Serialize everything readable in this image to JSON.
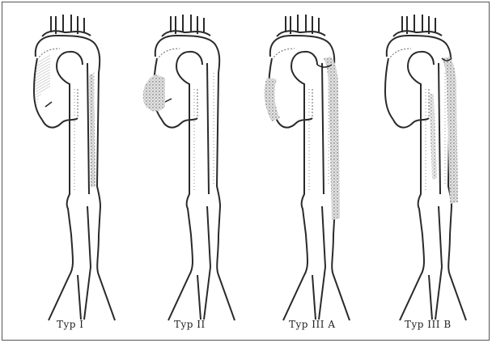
{
  "figure": {
    "panels": [
      {
        "id": "type-1",
        "label": "Typ  I"
      },
      {
        "id": "type-2",
        "label": "Typ  II"
      },
      {
        "id": "type-3a",
        "label": "Typ  III A"
      },
      {
        "id": "type-3b",
        "label": "Typ  III B"
      }
    ]
  },
  "colors": {
    "ink": "#2a2a2a",
    "wall": "#ffffff",
    "false_lumen_fill": "#d9d9d9"
  }
}
